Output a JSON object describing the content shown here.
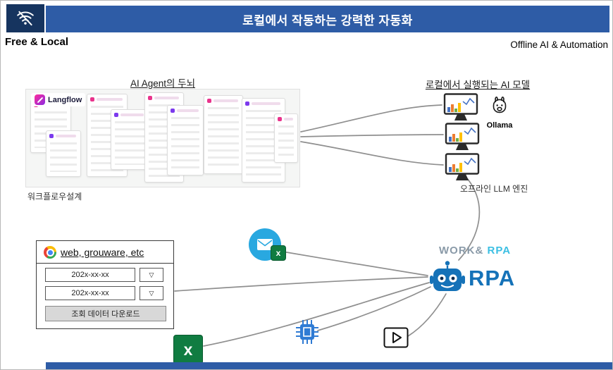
{
  "header": {
    "title": "로컬에서 작동하는 강력한 자동화",
    "tagline_left": "Free & Local",
    "tagline_right": "Offline AI & Automation"
  },
  "workflow": {
    "title": "AI Agent의 두뇌",
    "logo_label": "Langflow",
    "caption": "워크플로우설계"
  },
  "models": {
    "title": "로컬에서 실행되는 AI 모델",
    "ollama_label": "Ollama",
    "caption": "오프라인 LLM 엔진"
  },
  "webbox": {
    "title": "web, grouware, etc",
    "date1": "202x-xx-xx",
    "date2": "202x-xx-xx",
    "dropdown_glyph": "▽",
    "button_label": "조회 데이터 다운로드"
  },
  "rpa": {
    "heading_work": "WORK&",
    "heading_rpa": "RPA",
    "big_label": "RPA"
  },
  "icons": {
    "excel_glyph": "x",
    "wifi_off": "wifi-slash",
    "chrome": "chrome-wheel",
    "email": "envelope",
    "robot": "robot-head",
    "cpu": "chip",
    "video": "video-player",
    "ollama": "llama-head",
    "monitor": "monitor-with-charts"
  },
  "colors": {
    "header_blue": "#2e5ca6",
    "navy_square": "#16345f",
    "rpa_blue": "#1572b8",
    "rpa_cyan": "#3bbfe3",
    "work_gray": "#8a9aa8",
    "email_blue": "#29a8e0",
    "excel_green": "#107c41",
    "cpu_blue": "#2f7bd4",
    "connector_gray": "#8f8f8f"
  }
}
